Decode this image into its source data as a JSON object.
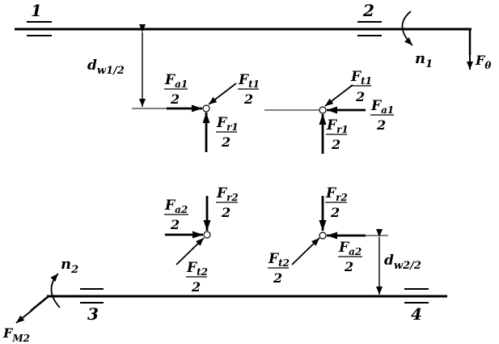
{
  "shaft_top": {
    "bearing_1": "1",
    "bearing_2": "2",
    "rotation": {
      "main": "n",
      "sub": "1"
    },
    "force_end": {
      "main": "F",
      "sub": "θ"
    },
    "radius": {
      "main": "d",
      "sub": "w1/2"
    }
  },
  "gear1_left": {
    "fa": {
      "main": "F",
      "sub": "a1",
      "den": "2"
    },
    "ft": {
      "main": "F",
      "sub": "t1",
      "den": "2"
    },
    "fr": {
      "main": "F",
      "sub": "r1",
      "den": "2"
    }
  },
  "gear1_right": {
    "ft": {
      "main": "F",
      "sub": "t1",
      "den": "2"
    },
    "fa": {
      "main": "F",
      "sub": "a1",
      "den": "2"
    },
    "fr": {
      "main": "F",
      "sub": "r1",
      "den": "2"
    }
  },
  "gear2_left": {
    "fr": {
      "main": "F",
      "sub": "r2",
      "den": "2"
    },
    "fa": {
      "main": "F",
      "sub": "a2",
      "den": "2"
    },
    "ft": {
      "main": "F",
      "sub": "t2",
      "den": "2"
    }
  },
  "gear2_right": {
    "fr": {
      "main": "F",
      "sub": "r2",
      "den": "2"
    },
    "ft": {
      "main": "F",
      "sub": "t2",
      "den": "2"
    },
    "fa": {
      "main": "F",
      "sub": "a2",
      "den": "2"
    }
  },
  "shaft_bottom": {
    "bearing_3": "3",
    "bearing_4": "4",
    "rotation": {
      "main": "n",
      "sub": "2"
    },
    "force_end": {
      "main": "F",
      "sub": "M2"
    },
    "radius": {
      "main": "d",
      "sub": "w2/2"
    }
  }
}
